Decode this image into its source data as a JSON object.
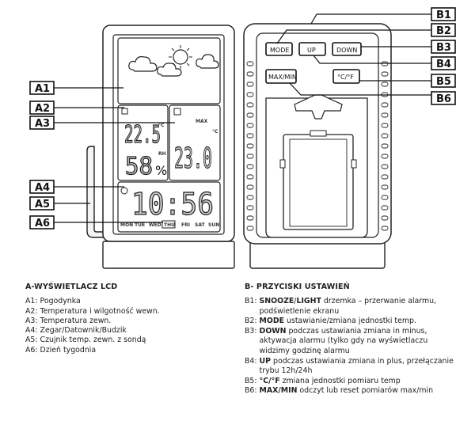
{
  "callouts": {
    "a1": "A1",
    "a2": "A2",
    "a3": "A3",
    "a4": "A4",
    "a5": "A5",
    "a6": "A6",
    "b1": "B1",
    "b2": "B2",
    "b3": "B3",
    "b4": "B4",
    "b5": "B5",
    "b6": "B6"
  },
  "front_display": {
    "indoor_temp": "22.5",
    "temp_unit": "°C",
    "indoor_humidity": "58",
    "humidity_unit": "%",
    "humidity_label": "RH",
    "max_label": "MAX",
    "outdoor_temp": "23.0",
    "outdoor_unit": "°C",
    "time": "10:56",
    "days": [
      "MON",
      "TUE",
      "WED",
      "THU",
      "FRI",
      "SAT",
      "SUN"
    ],
    "active_day": "THU"
  },
  "back_buttons": {
    "mode": "MODE",
    "up": "UP",
    "down": "DOWN",
    "maxmin": "MAX/MIN",
    "unit": "°C/°F"
  },
  "legend_a": {
    "title": "A-WYŚWIETLACZ LCD",
    "items": [
      {
        "key": "A1:",
        "text": "Pogodynka"
      },
      {
        "key": "A2:",
        "text": "Temperatura i wilgotność wewn."
      },
      {
        "key": "A3:",
        "text": "Temperatura zewn."
      },
      {
        "key": "A4:",
        "text": "Zegar/Datownik/Budzik"
      },
      {
        "key": "A5:",
        "text": "Czujnik temp. zewn. z sondą"
      },
      {
        "key": "A6:",
        "text": "Dzień tygodnia"
      }
    ]
  },
  "legend_b": {
    "title": "B- PRZYCISKI USTAWIEŃ",
    "items": [
      {
        "key": "B1: ",
        "bold": "SNOOZE",
        "sep": "/",
        "bold2": "LIGHT",
        "text": " drzemka – przerwanie alarmu, podświetlenie ekranu"
      },
      {
        "key": "B2: ",
        "bold": "MODE",
        "sep": "",
        "bold2": "",
        "text": " ustawianie/zmiana jednostki temp."
      },
      {
        "key": "B3: ",
        "bold": "DOWN",
        "sep": "",
        "bold2": "",
        "text": " podczas ustawiania zmiana in minus, aktywacja alarmu (tylko gdy na wyświetlaczu widzimy godzinę alarmu"
      },
      {
        "key": "B4: ",
        "bold": "UP",
        "sep": "",
        "bold2": "",
        "text": " podczas ustawiania zmiana in plus, przełączanie trybu 12h/24h"
      },
      {
        "key": "B5: ",
        "bold": "°C/°F",
        "sep": "",
        "bold2": "",
        "text": " zmiana jednostki pomiaru temp"
      },
      {
        "key": "B6: ",
        "bold": "MAX/MIN",
        "sep": "",
        "bold2": "",
        "text": " odczyt lub reset pomiarów max/min"
      }
    ]
  }
}
